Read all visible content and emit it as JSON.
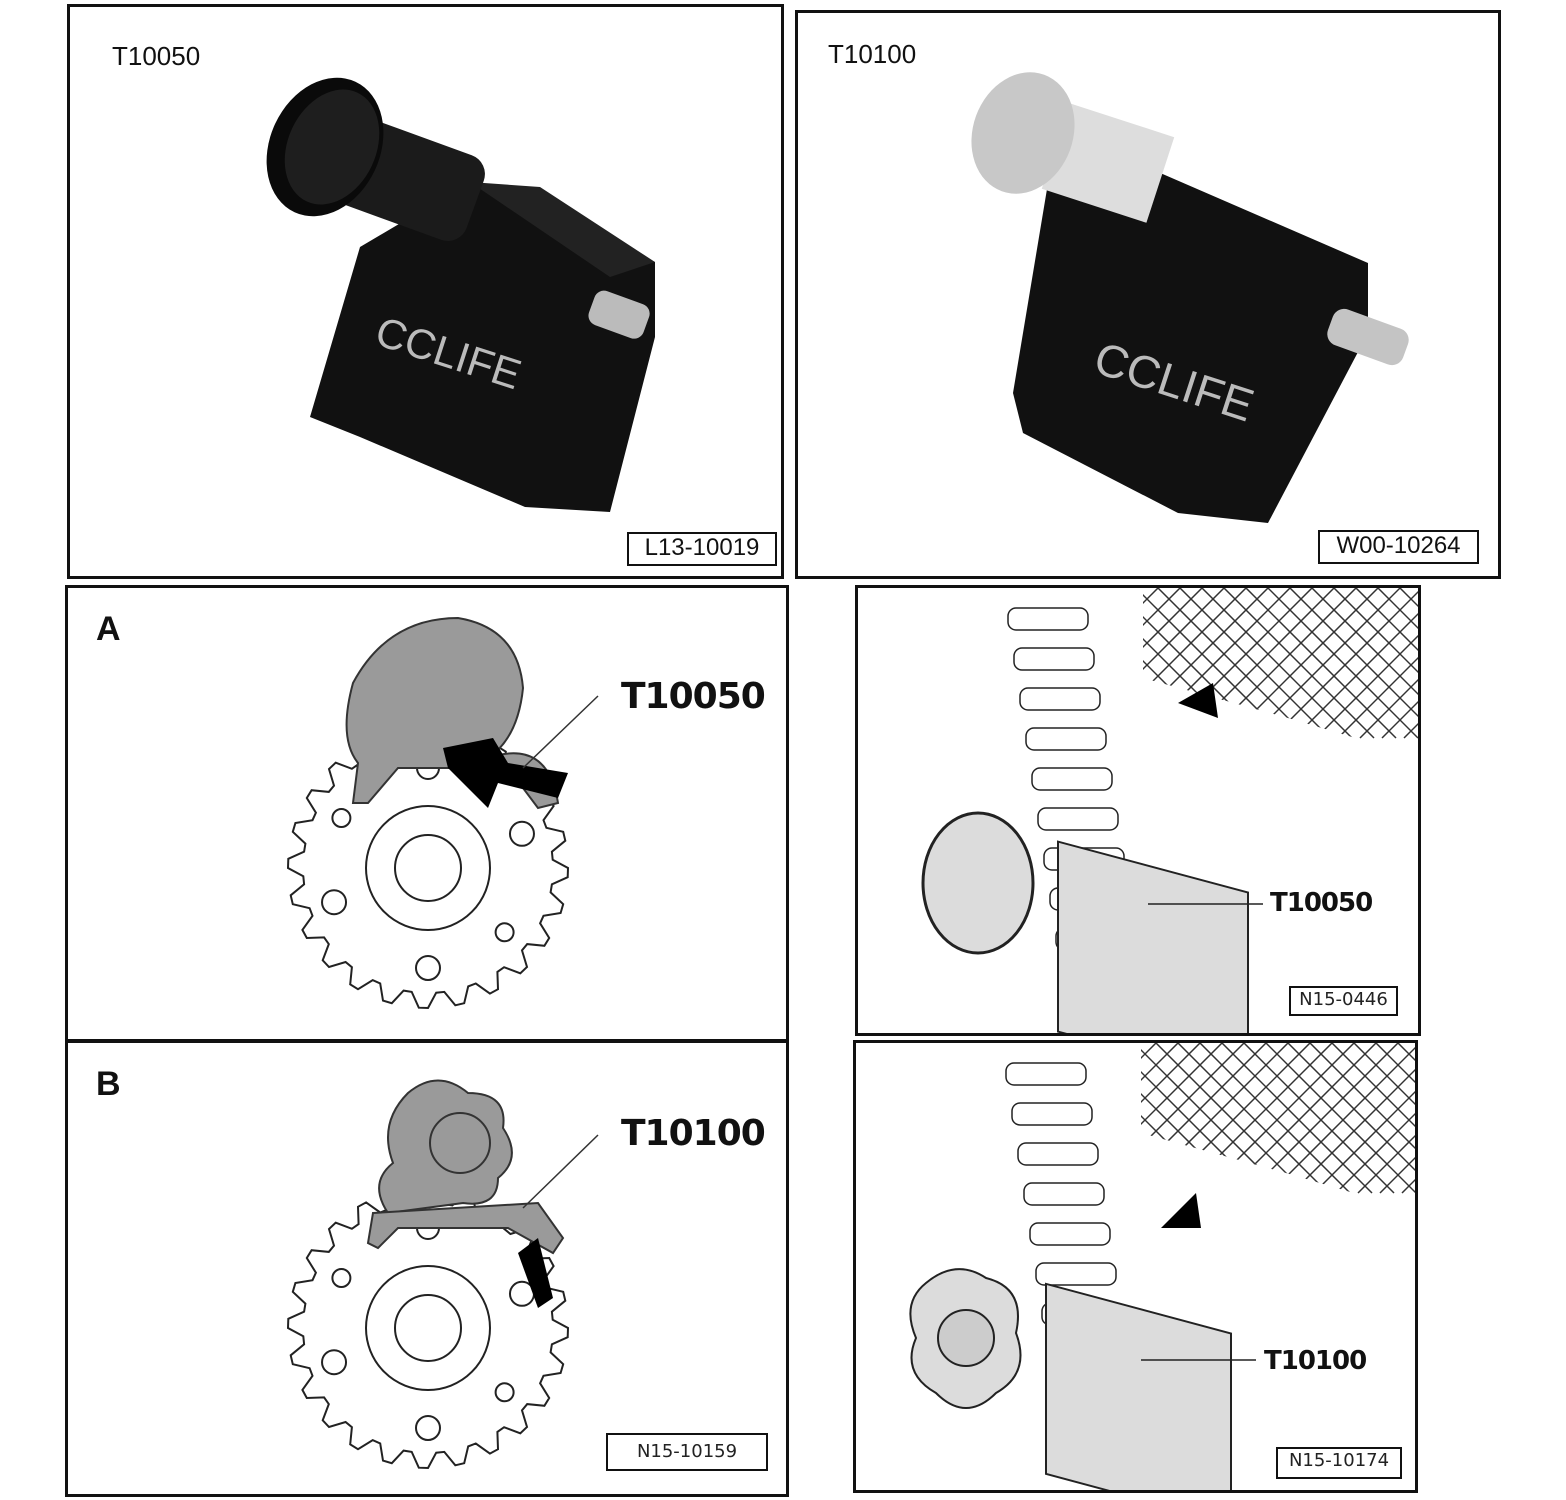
{
  "photos": [
    {
      "tool": "T10050",
      "code": "L13-10019",
      "brand": "CCLIFE"
    },
    {
      "tool": "T10100",
      "code": "W00-10264",
      "brand": "CCLIFE"
    }
  ],
  "diagrams": [
    {
      "letter": "A",
      "tool": "T10050"
    },
    {
      "letter": "B",
      "tool": "T10100",
      "code": "N15-10159"
    }
  ],
  "engine_views": [
    {
      "tool": "T10050",
      "code": "N15-0446"
    },
    {
      "tool": "T10100",
      "code": "N15-10174"
    }
  ],
  "colors": {
    "tool_body": "#111111",
    "diagram_fill": "#9a9a9a",
    "engine_fill": "#dcdcdc"
  }
}
